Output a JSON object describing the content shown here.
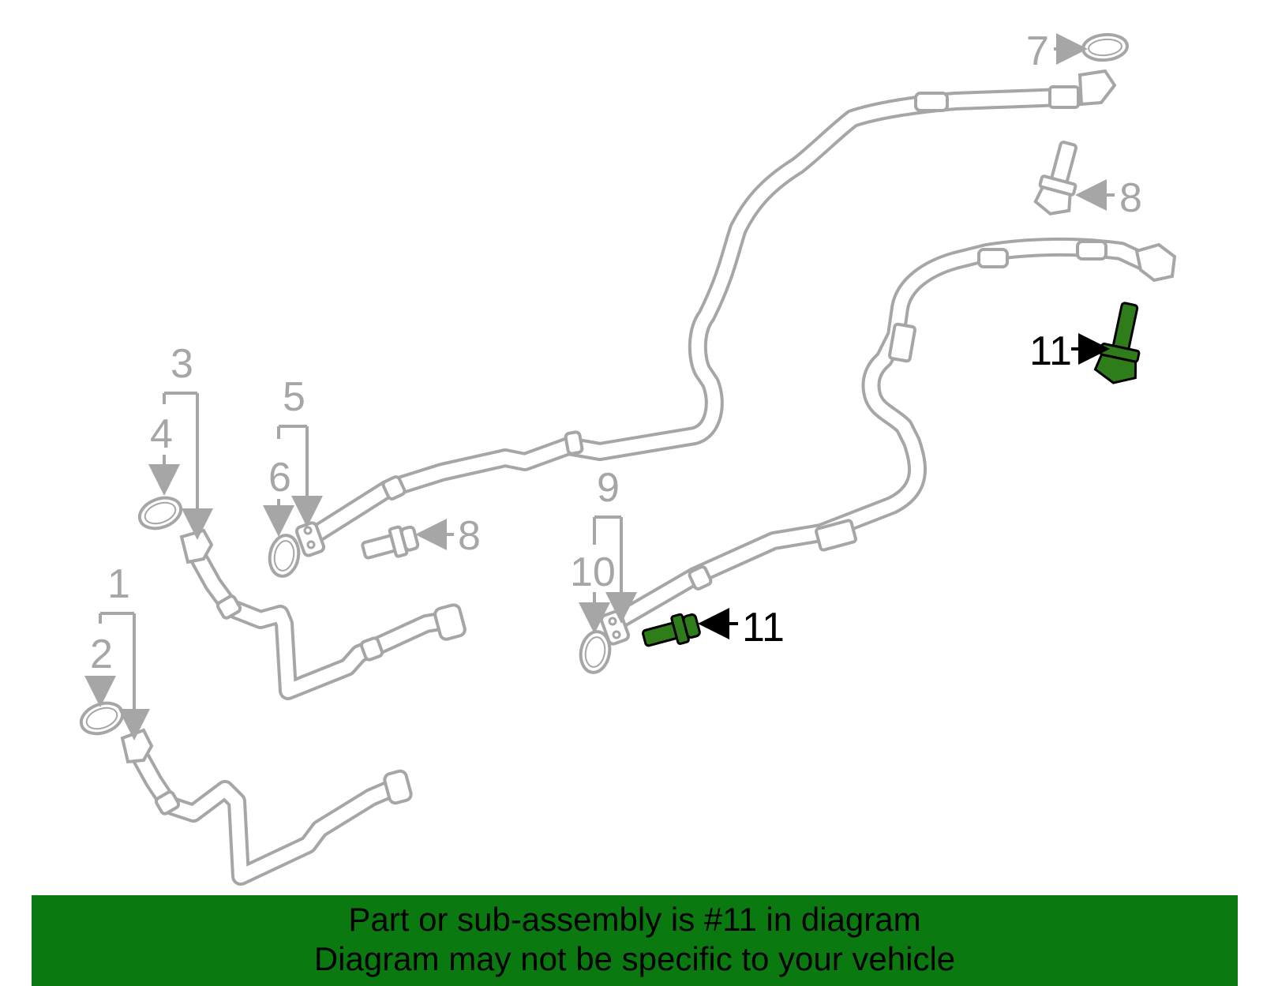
{
  "callouts": {
    "c1": "1",
    "c2": "2",
    "c3": "3",
    "c4": "4",
    "c5": "5",
    "c6": "6",
    "c7": "7",
    "c8a": "8",
    "c8b": "8",
    "c9": "9",
    "c10": "10",
    "c11a": "11",
    "c11b": "11"
  },
  "highlighted_part": "11",
  "colors": {
    "banner": "#0a7a10",
    "highlight": "#2e7d1a",
    "line": "#a6a6a6"
  },
  "banner": {
    "line1": "Part or sub-assembly is #11 in diagram",
    "line2": "Diagram may not be specific to your vehicle"
  }
}
